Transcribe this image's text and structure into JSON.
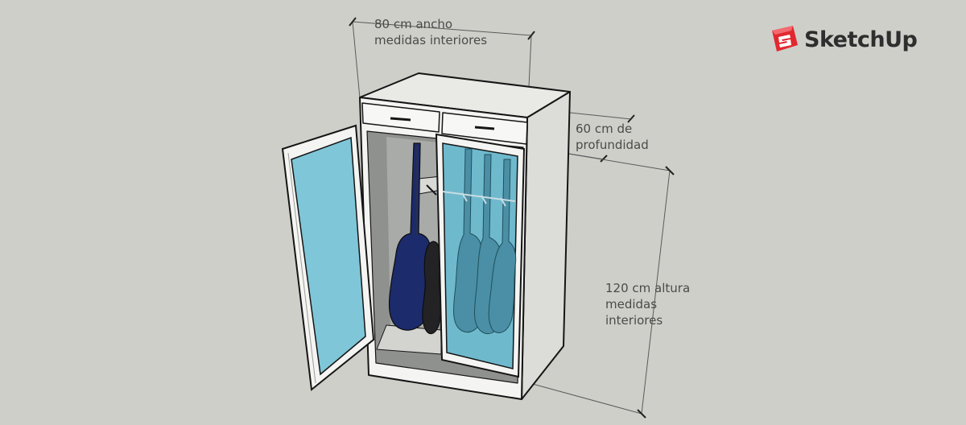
{
  "dimensions": {
    "width": [
      "80 cm ancho",
      "medidas interiores"
    ],
    "depth": [
      "60 cm de",
      "profundidad"
    ],
    "height": [
      "120 cm altura",
      "medidas",
      "interiores"
    ]
  },
  "brand": {
    "name": "SketchUp",
    "logo_icon": "sketchup-logo-icon",
    "logo_color": "#e2282f"
  },
  "colors": {
    "glass": "#7fc6d8",
    "cabinet": "#f4f4f2",
    "outline": "#151515",
    "background": "#cfcfca"
  }
}
